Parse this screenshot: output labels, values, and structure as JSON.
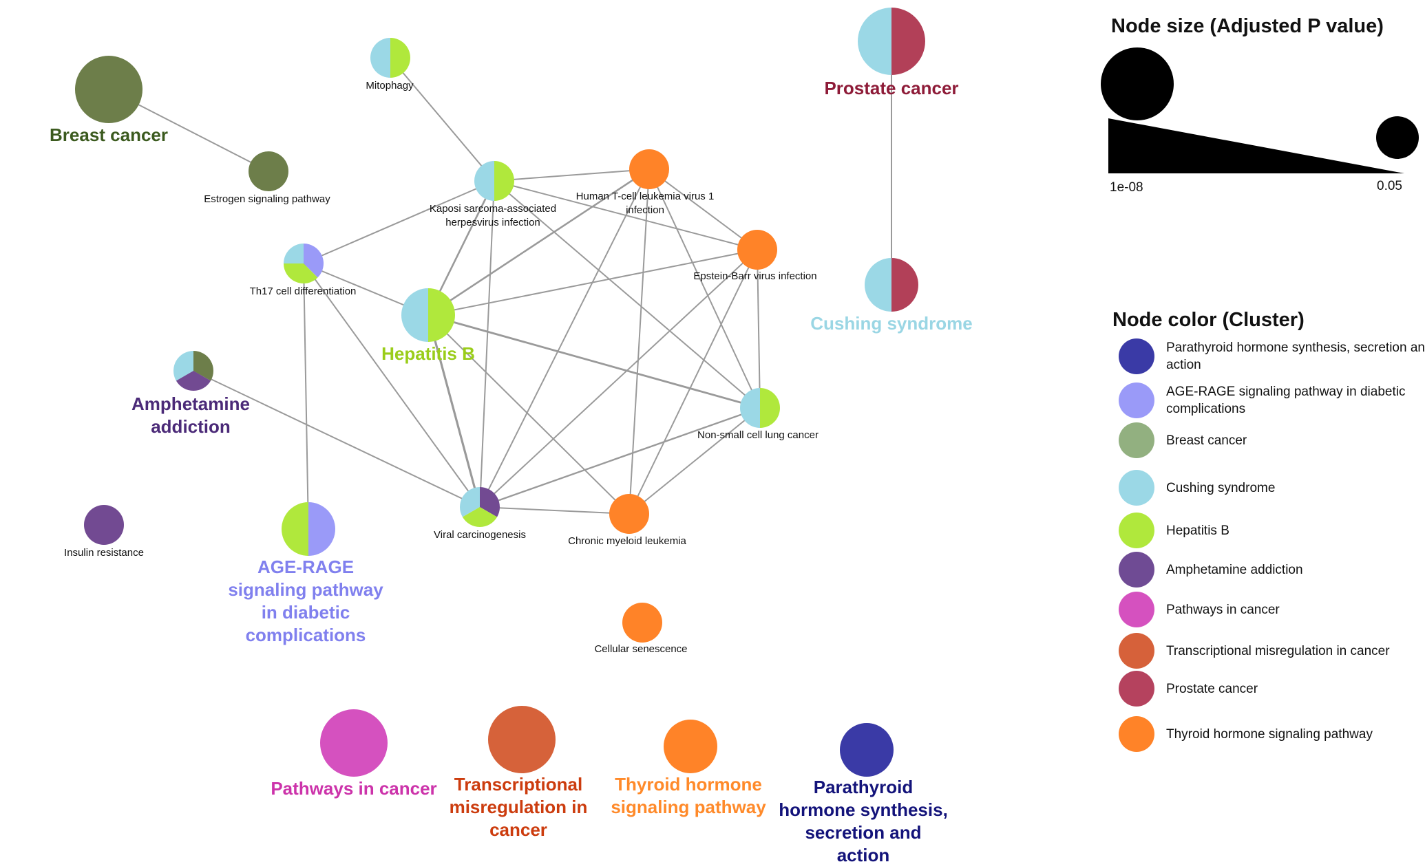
{
  "nodes": [
    {
      "id": "breast",
      "label": "Breast cancer",
      "label_style": "cluster",
      "label_color": "#3b5a1e",
      "slices": [
        "breast"
      ]
    },
    {
      "id": "estrogen",
      "label": "Estrogen signaling pathway",
      "label_style": "small",
      "slices": [
        "breast"
      ]
    },
    {
      "id": "mitophagy",
      "label": "Mitophagy",
      "label_style": "small",
      "slices": [
        "cushing",
        "hepatitis"
      ]
    },
    {
      "id": "kaposi",
      "label": "Kaposi sarcoma-associated herpesvirus infection",
      "label_style": "small",
      "slices": [
        "cushing",
        "hepatitis"
      ]
    },
    {
      "id": "htlv",
      "label": "Human T-cell leukemia virus 1 infection",
      "label_style": "small",
      "slices": [
        "thyroid"
      ]
    },
    {
      "id": "ebv",
      "label": "Epstein-Barr virus infection",
      "label_style": "small",
      "slices": [
        "thyroid"
      ]
    },
    {
      "id": "th17",
      "label": "Th17 cell differentiation",
      "label_style": "small",
      "slices": [
        "cushing",
        "agerage",
        "hepatitis"
      ]
    },
    {
      "id": "hepb",
      "label": "Hepatitis B",
      "label_style": "cluster",
      "label_color": "#9acd1a",
      "slices": [
        "cushing",
        "hepatitis"
      ]
    },
    {
      "id": "amph",
      "label": "Amphetamine addiction",
      "label_style": "cluster",
      "label_color": "#4b2a78",
      "slices": [
        "cushing",
        "breast",
        "amphetamine"
      ]
    },
    {
      "id": "nsclc",
      "label": "Non-small cell lung cancer",
      "label_style": "small",
      "slices": [
        "cushing",
        "hepatitis"
      ]
    },
    {
      "id": "viral",
      "label": "Viral carcinogenesis",
      "label_style": "small",
      "slices": [
        "cushing",
        "amphetamine",
        "hepatitis"
      ]
    },
    {
      "id": "cml",
      "label": "Chronic myeloid leukemia",
      "label_style": "small",
      "slices": [
        "thyroid"
      ]
    },
    {
      "id": "insulin",
      "label": "Insulin resistance",
      "label_style": "small",
      "slices": [
        "amphetamine"
      ]
    },
    {
      "id": "agerage",
      "label": "AGE-RAGE signaling pathway in diabetic complications",
      "label_style": "cluster",
      "label_color": "#8080ee",
      "slices": [
        "hepatitis",
        "agerage"
      ]
    },
    {
      "id": "senescence",
      "label": "Cellular senescence",
      "label_style": "small",
      "slices": [
        "thyroid"
      ]
    },
    {
      "id": "prostate",
      "label": "Prostate cancer",
      "label_style": "cluster",
      "label_color": "#8e1b38",
      "slices": [
        "cushing",
        "prostate"
      ]
    },
    {
      "id": "cushing",
      "label": "Cushing syndrome",
      "label_style": "cluster",
      "label_color": "#9ad6e4",
      "slices": [
        "cushing",
        "prostate"
      ]
    },
    {
      "id": "pathways",
      "label": "Pathways in cancer",
      "label_style": "cluster",
      "label_color": "#cc33aa",
      "slices": [
        "pathways"
      ]
    },
    {
      "id": "transcr",
      "label": "Transcriptional misregulation in cancer",
      "label_style": "cluster",
      "label_color": "#cc3c0e",
      "slices": [
        "transcriptional"
      ]
    },
    {
      "id": "thyroid",
      "label": "Thyroid hormone signaling pathway",
      "label_style": "cluster",
      "label_color": "#ff8a2a",
      "slices": [
        "thyroid"
      ]
    },
    {
      "id": "parathyroid",
      "label": "Parathyroid hormone synthesis, secretion and action",
      "label_style": "cluster",
      "label_color": "#13137a",
      "slices": [
        "parathyroid"
      ]
    }
  ],
  "edges": [
    [
      "breast",
      "estrogen"
    ],
    [
      "mitophagy",
      "kaposi"
    ],
    [
      "prostate",
      "cushing"
    ],
    [
      "kaposi",
      "htlv"
    ],
    [
      "kaposi",
      "th17"
    ],
    [
      "kaposi",
      "hepb"
    ],
    [
      "kaposi",
      "viral"
    ],
    [
      "kaposi",
      "nsclc"
    ],
    [
      "kaposi",
      "ebv"
    ],
    [
      "htlv",
      "ebv"
    ],
    [
      "htlv",
      "hepb"
    ],
    [
      "htlv",
      "viral"
    ],
    [
      "htlv",
      "cml"
    ],
    [
      "htlv",
      "nsclc"
    ],
    [
      "ebv",
      "hepb"
    ],
    [
      "ebv",
      "nsclc"
    ],
    [
      "ebv",
      "viral"
    ],
    [
      "ebv",
      "cml"
    ],
    [
      "th17",
      "hepb"
    ],
    [
      "th17",
      "agerage"
    ],
    [
      "th17",
      "viral"
    ],
    [
      "hepb",
      "nsclc"
    ],
    [
      "hepb",
      "viral"
    ],
    [
      "hepb",
      "cml"
    ],
    [
      "amph",
      "viral"
    ],
    [
      "nsclc",
      "viral"
    ],
    [
      "nsclc",
      "cml"
    ],
    [
      "viral",
      "cml"
    ]
  ],
  "clusters": {
    "parathyroid": {
      "name": "Parathyroid hormone synthesis, secretion and action",
      "color": "#3a3aa6"
    },
    "agerage": {
      "name": "AGE-RAGE signaling pathway in diabetic complications",
      "color": "#9a9af8"
    },
    "breast": {
      "name": "Breast cancer",
      "color": "#6d7e4a"
    },
    "cushing": {
      "name": "Cushing syndrome",
      "color": "#9bd8e6"
    },
    "hepatitis": {
      "name": "Hepatitis B",
      "color": "#b0e83c"
    },
    "amphetamine": {
      "name": "Amphetamine addiction",
      "color": "#724a92"
    },
    "pathways": {
      "name": "Pathways in cancer",
      "color": "#d551bf"
    },
    "transcriptional": {
      "name": "Transcriptional misregulation in cancer",
      "color": "#d6623a"
    },
    "prostate": {
      "name": "Prostate cancer",
      "color": "#b24058"
    },
    "thyroid": {
      "name": "Thyroid hormone signaling pathway",
      "color": "#ff8328"
    }
  },
  "legend_swatch_colors": {
    "breast": "#92b080",
    "amphetamine": "#6f4b94",
    "prostate": "#b5425e",
    "transcriptional": "#d6613a"
  },
  "legend": {
    "size_title": "Node size (Adjusted P value)",
    "size_min_label": "1e-08",
    "size_max_label": "0.05",
    "color_title": "Node color (Cluster)",
    "color_order": [
      "parathyroid",
      "agerage",
      "breast",
      "cushing",
      "hepatitis",
      "amphetamine",
      "pathways",
      "transcriptional",
      "prostate",
      "thyroid"
    ]
  }
}
